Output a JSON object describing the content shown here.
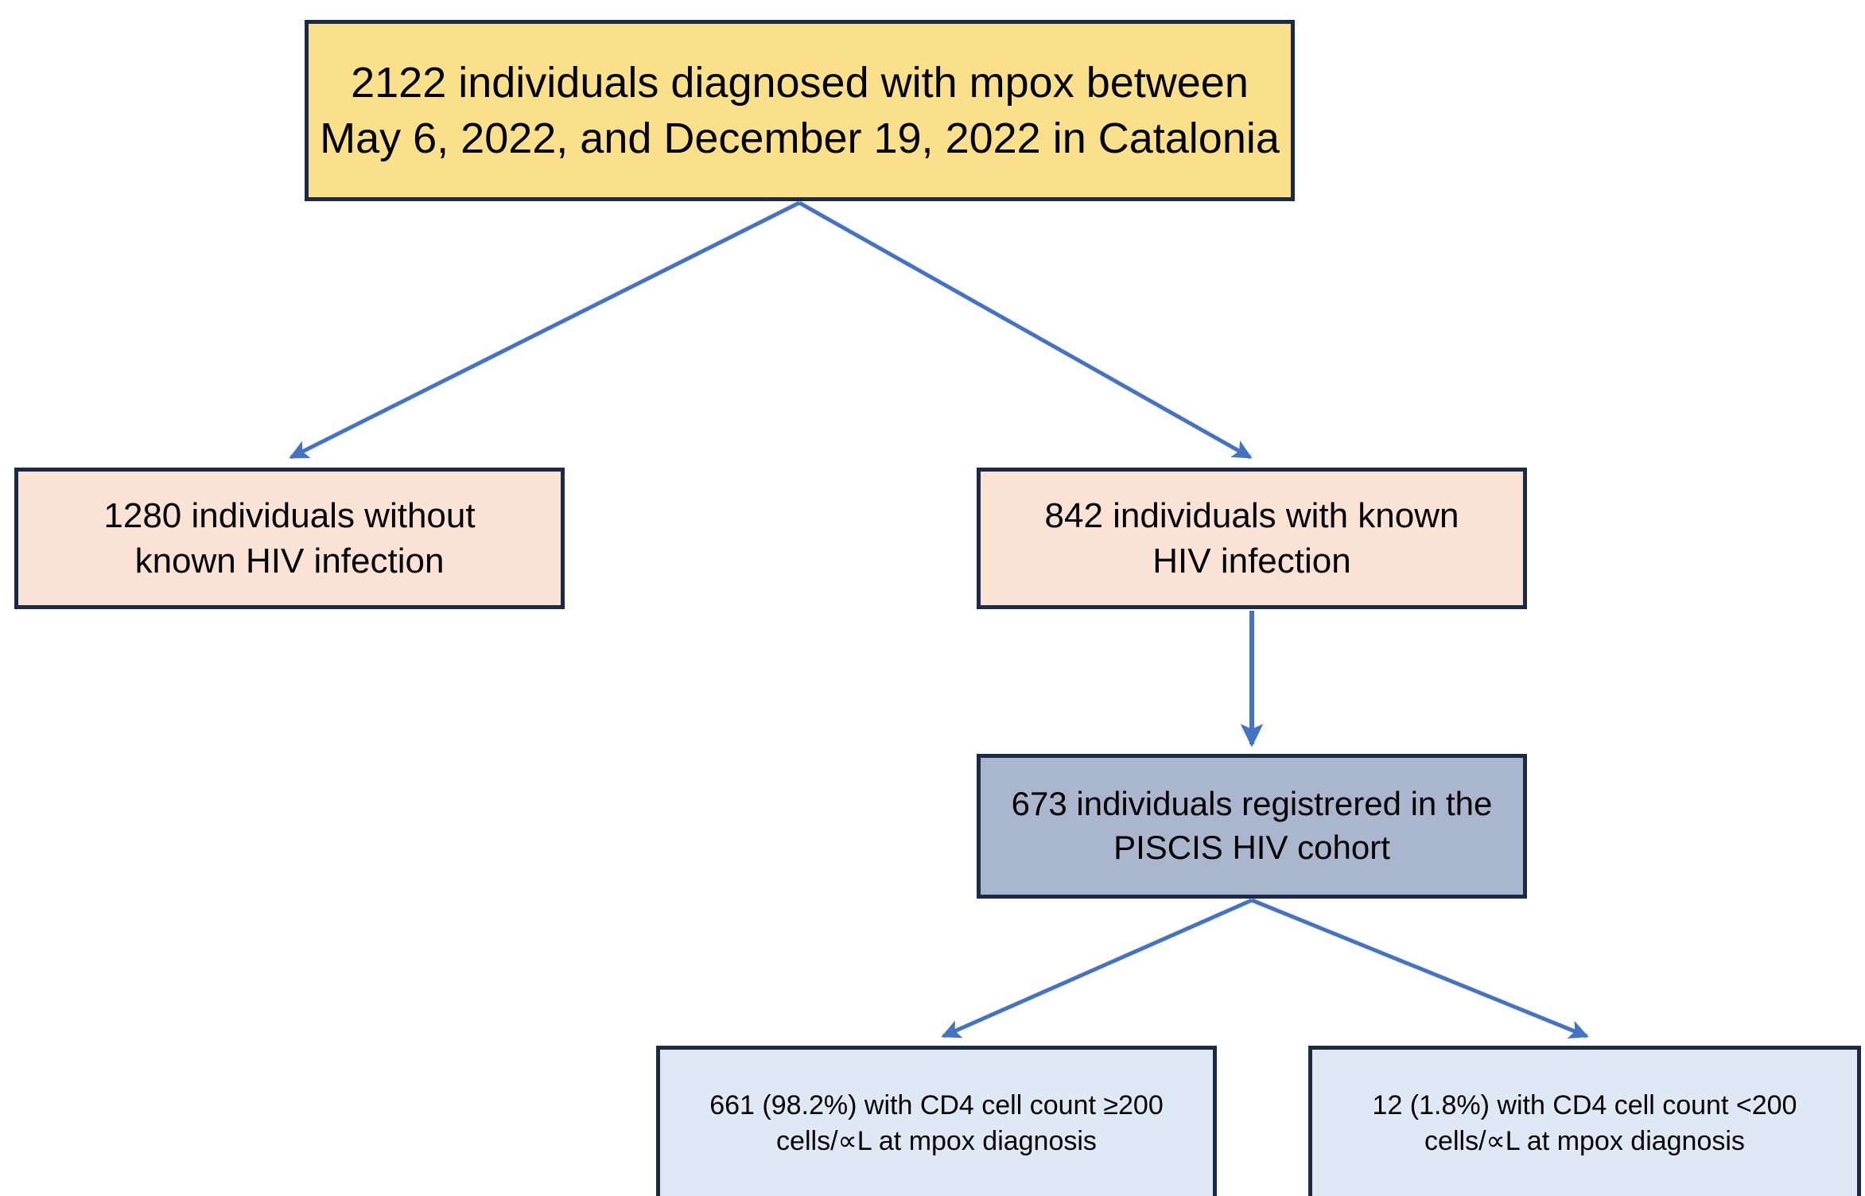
{
  "figure": {
    "type": "flowchart",
    "orientation": "top-down",
    "colors": {
      "box_border": "#1b2a47",
      "arrow": "#4472c4",
      "cohort_total_fill": "#fbe08c",
      "hiv_status_fill": "#fae3d5",
      "registry_fill": "#a9b6cd",
      "cd4_fill": "#dee9f5",
      "text": "#000000",
      "canvas": "#ffffff"
    }
  },
  "nodes": {
    "total": {
      "id": "total-cohort",
      "label": "2122 individuals diagnosed with mpox between\nMay 6, 2022, and December 19, 2022 in Catalonia",
      "count": 2122,
      "fill": "#fbe08c"
    },
    "no_hiv": {
      "id": "without-known-hiv",
      "label": "1280 individuals without\nknown HIV infection",
      "count": 1280,
      "fill": "#fae3d5"
    },
    "known_hiv": {
      "id": "with-known-hiv",
      "label": "842 individuals with known\nHIV infection",
      "count": 842,
      "fill": "#fae3d5"
    },
    "piscis": {
      "id": "piscis-cohort",
      "label": "673 individuals registrered in the\nPISCIS HIV cohort",
      "count": 673,
      "fill": "#a9b6cd"
    },
    "cd4_high": {
      "id": "cd4-ge-200",
      "label": "661 (98.2%) with CD4 cell count ≥200\ncells/∝L at mpox diagnosis",
      "count": 661,
      "percent": "98.2%",
      "fill": "#dee9f5"
    },
    "cd4_low": {
      "id": "cd4-lt-200",
      "label": "12 (1.8%) with CD4 cell count <200\ncells/∝L at mpox diagnosis",
      "count": 12,
      "percent": "1.8%",
      "fill": "#dee9f5"
    }
  },
  "edges": [
    {
      "from": "total",
      "to": "no_hiv",
      "style": "diagonal-arrow"
    },
    {
      "from": "total",
      "to": "known_hiv",
      "style": "diagonal-arrow"
    },
    {
      "from": "known_hiv",
      "to": "piscis",
      "style": "vertical-arrow"
    },
    {
      "from": "piscis",
      "to": "cd4_high",
      "style": "diagonal-arrow"
    },
    {
      "from": "piscis",
      "to": "cd4_low",
      "style": "diagonal-arrow"
    }
  ]
}
